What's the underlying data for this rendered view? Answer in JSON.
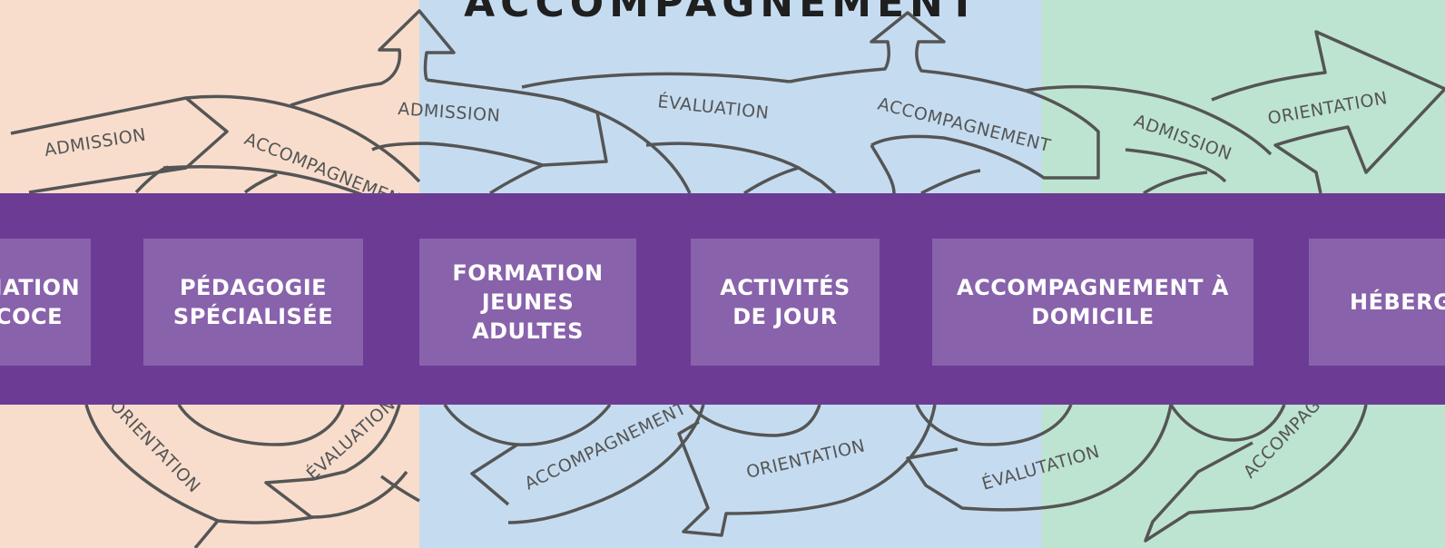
{
  "title": "ACCOMPAGNEMENT",
  "colors": {
    "peach": "#f8ddcd",
    "blue": "#c5dcf0",
    "green": "#bde4d0",
    "band": "#6c3c95",
    "box": "#8862ab",
    "outline": "#555555"
  },
  "services": [
    {
      "label": "FORMATION\nPRÉCOCE",
      "partial": true
    },
    {
      "label": "PÉDAGOGIE\nSPÉCIALISÉE"
    },
    {
      "label": "FORMATION\nJEUNES\nADULTES"
    },
    {
      "label": "ACTIVITÉS\nDE JOUR"
    },
    {
      "label": "ACCOMPAGNEMENT À\nDOMICILE"
    },
    {
      "label": "HÉBERGEMENT",
      "partial": true
    }
  ],
  "flow_labels": {
    "peach_admission": "ADMISSION",
    "peach_accompagnement": "ACCOMPAGNEMENT",
    "peach_orientation": "ORIENTATION",
    "peach_evaluation": "ÉVALUATION",
    "blue_admission": "ADMISSION",
    "blue_evaluation": "ÉVALUATION",
    "blue_accompagnement_top": "ACCOMPAGNEMENT",
    "blue_accompagnement_bottom": "ACCOMPAGNEMENT",
    "blue_orientation": "ORIENTATION",
    "blue_evalutation": "ÉVALUTATION",
    "green_admission": "ADMISSION",
    "green_orientation": "ORIENTATION",
    "green_accompagnement": "ACCOMPAGNEMENT"
  }
}
